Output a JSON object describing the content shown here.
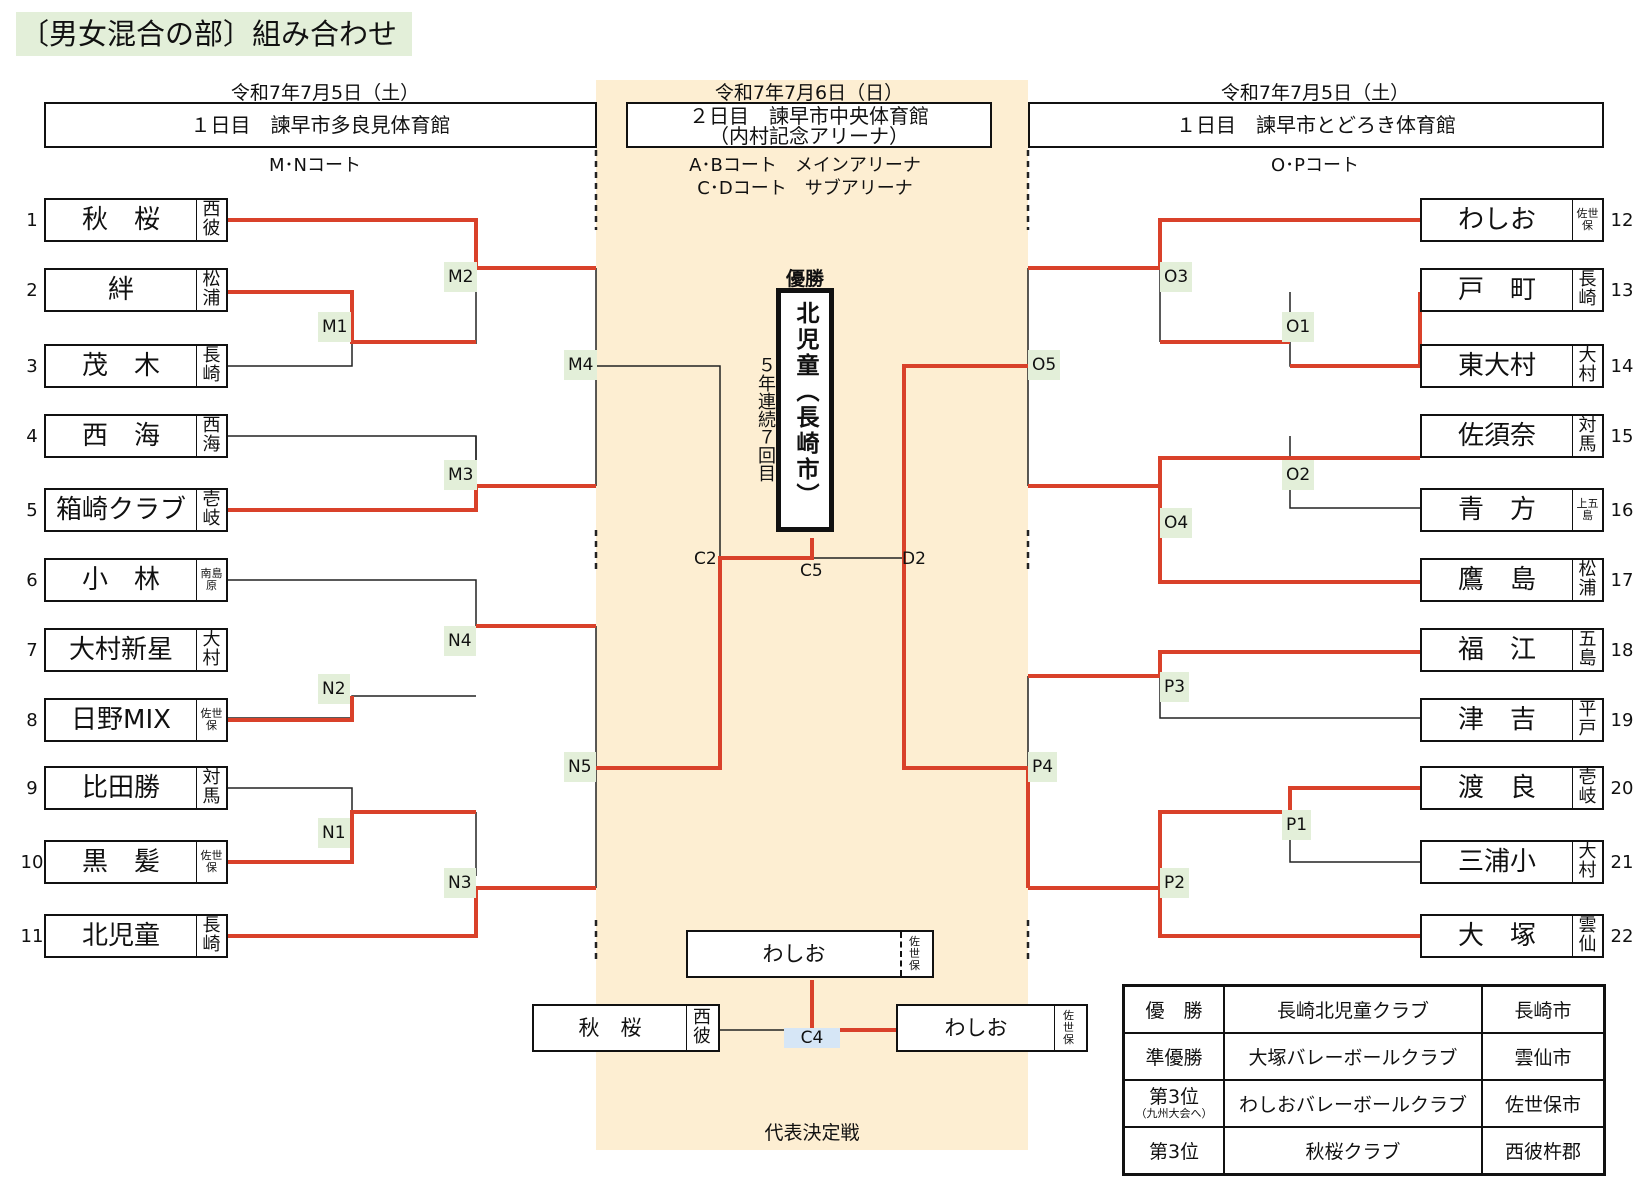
{
  "title": "〔男女混合の部〕組み合わせ",
  "left_header": {
    "date": "令和7年7月5日（土）",
    "venue": "１日目　諫早市多良見体育館",
    "courts": "M･Nコート"
  },
  "center_header": {
    "date": "令和7年7月6日（日）",
    "venue_line1": "２日目　諫早市中央体育館",
    "venue_line2": "（内村記念アリーナ）",
    "courts_line1": "A･Bコート　メインアリーナ",
    "courts_line2": "C･Dコート　サブアリーナ"
  },
  "right_header": {
    "date": "令和7年7月5日（土）",
    "venue": "１日目　諫早市とどろき体育館",
    "courts": "O･Pコート"
  },
  "left_teams": [
    {
      "no": "1",
      "name": "秋　桜",
      "region": "西彼"
    },
    {
      "no": "2",
      "name": "絆",
      "region": "松浦"
    },
    {
      "no": "3",
      "name": "茂　木",
      "region": "長崎"
    },
    {
      "no": "4",
      "name": "西　海",
      "region": "西海"
    },
    {
      "no": "5",
      "name": "箱崎クラブ",
      "region": "壱岐"
    },
    {
      "no": "6",
      "name": "小　林",
      "region": "南島原"
    },
    {
      "no": "7",
      "name": "大村新星",
      "region": "大村"
    },
    {
      "no": "8",
      "name": "日野MIX",
      "region": "佐世保"
    },
    {
      "no": "9",
      "name": "比田勝",
      "region": "対馬"
    },
    {
      "no": "10",
      "name": "黒　髪",
      "region": "佐世保"
    },
    {
      "no": "11",
      "name": "北児童",
      "region": "長崎"
    }
  ],
  "right_teams": [
    {
      "no": "12",
      "name": "わしお",
      "region": "佐世保"
    },
    {
      "no": "13",
      "name": "戸　町",
      "region": "長崎"
    },
    {
      "no": "14",
      "name": "東大村",
      "region": "大村"
    },
    {
      "no": "15",
      "name": "佐須奈",
      "region": "対馬"
    },
    {
      "no": "16",
      "name": "青　方",
      "region": "上五島"
    },
    {
      "no": "17",
      "name": "鷹　島",
      "region": "松浦"
    },
    {
      "no": "18",
      "name": "福　江",
      "region": "五島"
    },
    {
      "no": "19",
      "name": "津　吉",
      "region": "平戸"
    },
    {
      "no": "20",
      "name": "渡　良",
      "region": "壱岐"
    },
    {
      "no": "21",
      "name": "三浦小",
      "region": "大村"
    },
    {
      "no": "22",
      "name": "大　塚",
      "region": "雲仙"
    }
  ],
  "match_labels": {
    "M1": "M1",
    "M2": "M2",
    "M3": "M3",
    "M4": "M4",
    "N1": "N1",
    "N2": "N2",
    "N3": "N3",
    "N4": "N4",
    "N5": "N5",
    "O1": "O1",
    "O2": "O2",
    "O3": "O3",
    "O4": "O4",
    "O5": "O5",
    "P1": "P1",
    "P2": "P2",
    "P3": "P3",
    "P4": "P4",
    "C2": "C2",
    "D2": "D2",
    "C5": "C5",
    "C4": "C4"
  },
  "champion": {
    "label": "優勝",
    "team": "北児童（長崎市）",
    "note": "５年連続７回目"
  },
  "third_playoff": {
    "top_team": "わしお",
    "top_region": "佐世保",
    "left_team": "秋　桜",
    "left_region": "西彼",
    "right_team": "わしお",
    "right_region": "佐世保",
    "title": "代表決定戦"
  },
  "results_table": [
    {
      "rank": "優　勝",
      "rank_sub": "",
      "team": "長崎北児童クラブ",
      "city": "長崎市"
    },
    {
      "rank": "準優勝",
      "rank_sub": "",
      "team": "大塚バレーボールクラブ",
      "city": "雲仙市"
    },
    {
      "rank": "第3位",
      "rank_sub": "（九州大会へ）",
      "team": "わしおバレーボールクラブ",
      "city": "佐世保市"
    },
    {
      "rank": "第3位",
      "rank_sub": "",
      "team": "秋桜クラブ",
      "city": "西彼杵郡"
    }
  ],
  "colors": {
    "win_line": "#d9412a",
    "line": "#222222",
    "center_bg": "#fdeed2",
    "title_bg": "#e3efd9",
    "score_bg": "#d6d6d6"
  }
}
